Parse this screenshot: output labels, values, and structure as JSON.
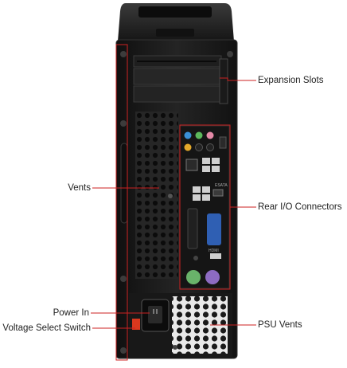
{
  "diagram": {
    "subject": "Desktop tower rear panel",
    "callouts": [
      {
        "id": "expansion-slots",
        "label": "Expansion Slots"
      },
      {
        "id": "vents",
        "label": "Vents"
      },
      {
        "id": "rear-io-connectors",
        "label": "Rear I/O Connectors"
      },
      {
        "id": "power-in",
        "label": "Power In"
      },
      {
        "id": "voltage-select-switch",
        "label": "Voltage Select Switch"
      },
      {
        "id": "psu-vents",
        "label": "PSU Vents"
      }
    ],
    "io_labels": {
      "esata": "ESATA",
      "hdmi": "HDMI"
    }
  },
  "colors": {
    "chassis": "#1b1b1b",
    "chassis_edge": "#333333",
    "highlight_box": "#cc2222",
    "leader_line": "#cc2222",
    "audio_blue": "#3a8fd6",
    "audio_green": "#5cb85c",
    "audio_pink": "#e58aa8",
    "audio_orange": "#e3a82b",
    "vga_blue": "#2f5fb3",
    "ps2_green": "#69b36a",
    "ps2_purple": "#8d6bc2",
    "voltage_switch": "#d9381e"
  }
}
